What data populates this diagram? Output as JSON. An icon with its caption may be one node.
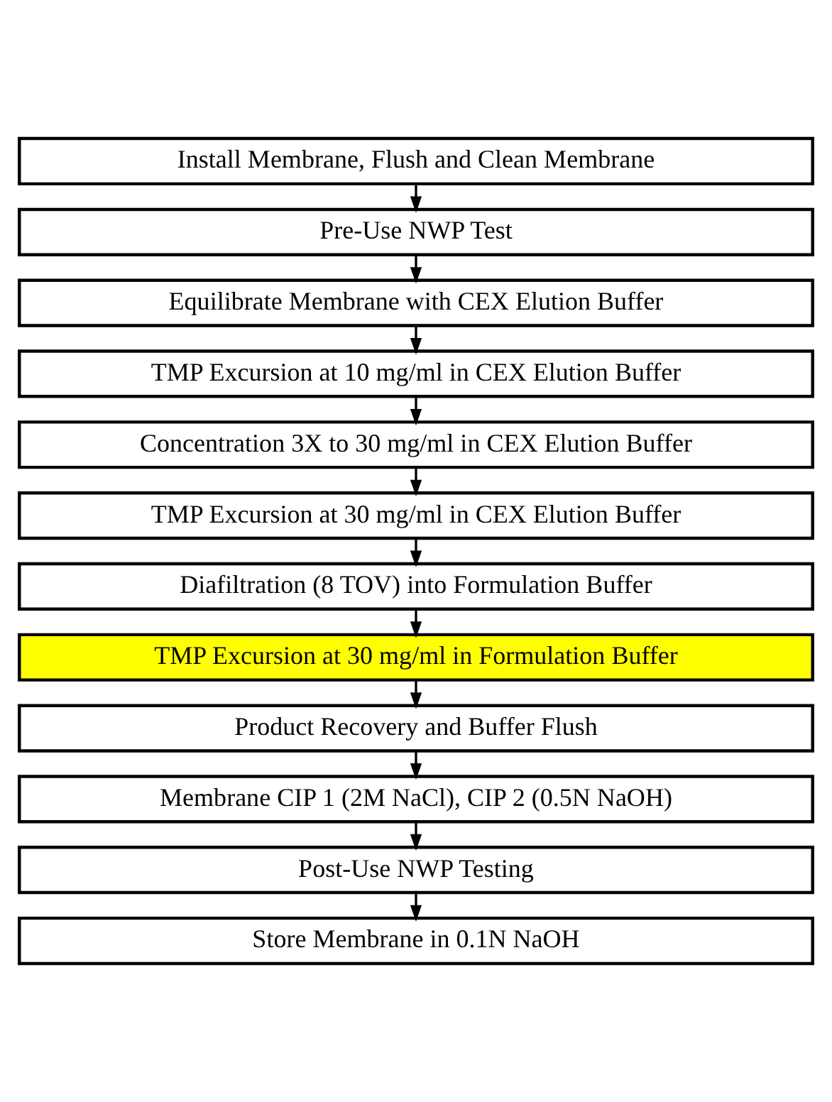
{
  "diagram": {
    "nodes": [
      {
        "text": [
          "Install Membrane, Flush and Clean Membrane"
        ]
      },
      {
        "text": [
          "Pre-Use NWP Test"
        ]
      },
      {
        "text": [
          "Equilibrate Membrane with CEX Elution Buffer"
        ]
      },
      {
        "text": [
          "TMP Excursion at 10 mg/ml in CEX Elution Buffer"
        ]
      },
      {
        "text": [
          "Concentration 3X to 30 mg/ml in CEX Elution Buffer"
        ]
      },
      {
        "text": [
          "TMP Excursion at 30 mg/ml in CEX Elution Buffer"
        ]
      },
      {
        "text": [
          "Diafiltration (8 TOV) into Formulation Buffer"
        ]
      },
      {
        "text": [
          "TMP Excursion at 30 mg/ml in Formulation Buffer"
        ]
      },
      {
        "text": [
          "Product Recovery and Buffer Flush"
        ]
      },
      {
        "text": [
          "Membrane CIP 1 (2M NaCl), CIP 2 (0.5N NaOH)"
        ]
      },
      {
        "text": [
          "Post-Use NWP Testing"
        ]
      },
      {
        "text": [
          "Store Membrane in 0.1N NaOH"
        ]
      }
    ],
    "edges": [
      {
        "from": 0,
        "to": 1,
        "arrow": "to"
      },
      {
        "from": 1,
        "to": 2,
        "arrow": "to"
      },
      {
        "from": 2,
        "to": 3,
        "arrow": "to"
      },
      {
        "from": 3,
        "to": 4,
        "arrow": "to"
      },
      {
        "from": 4,
        "to": 5,
        "arrow": "to"
      },
      {
        "from": 5,
        "to": 6,
        "arrow": "to"
      },
      {
        "from": 6,
        "to": 7,
        "arrow": "to"
      },
      {
        "from": 7,
        "to": 8,
        "arrow": "to"
      },
      {
        "from": 8,
        "to": 9,
        "arrow": "to"
      },
      {
        "from": 9,
        "to": 10,
        "arrow": "to"
      },
      {
        "from": 10,
        "to": 11,
        "arrow": "to"
      }
    ]
  }
}
